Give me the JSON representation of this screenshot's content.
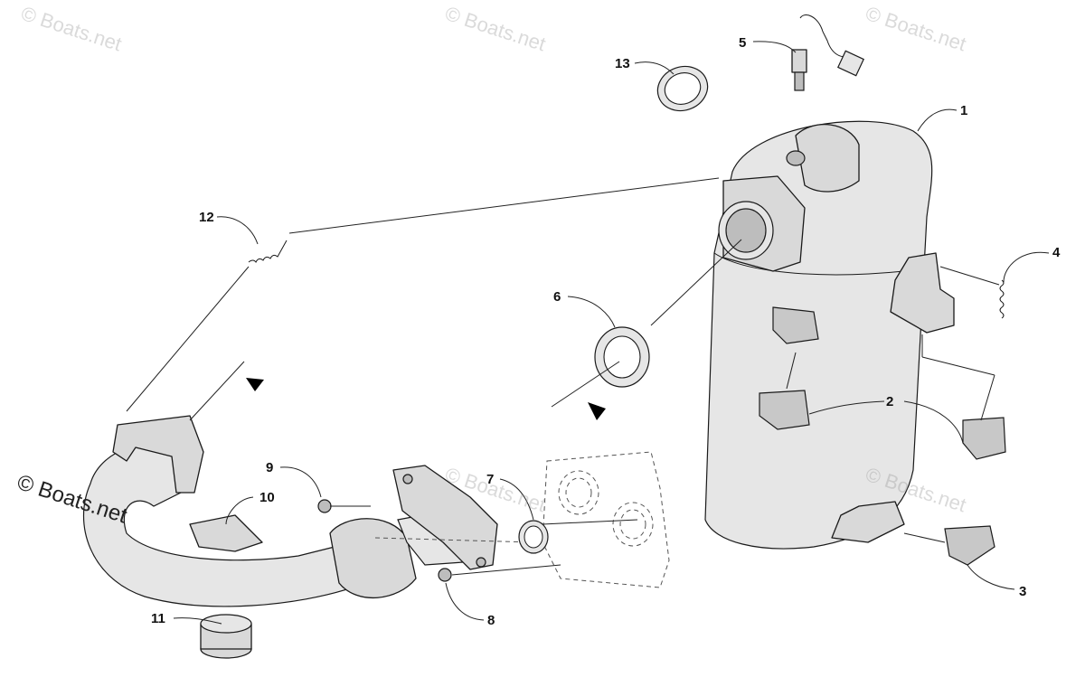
{
  "watermark": {
    "text": "© Boats.net"
  },
  "callouts": [
    "1",
    "2",
    "3",
    "4",
    "5",
    "6",
    "7",
    "8",
    "9",
    "10",
    "11",
    "12",
    "13"
  ]
}
